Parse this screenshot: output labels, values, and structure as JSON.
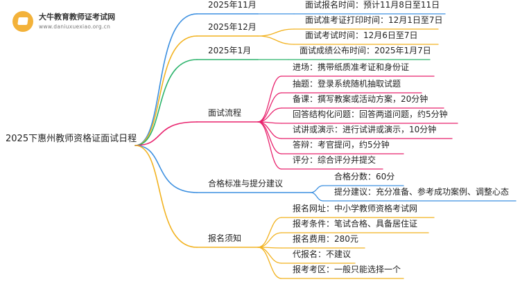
{
  "logo": {
    "title": "大牛教育教师证考试网",
    "url": "www.daniuxuexiao.org.cn"
  },
  "root": "2025下惠州教师资格证面试日程",
  "branches": [
    {
      "label": "2025年11月",
      "color": "#3b8fe0",
      "children": [
        "面试报名时间：预计11月8日至11日"
      ]
    },
    {
      "label": "2025年12月",
      "color": "#f2b21f",
      "children": [
        "面试准考证打印时间：12月1日至7日",
        "面试考试时间：12月6日至7日"
      ]
    },
    {
      "label": "2025年1月",
      "color": "#2bb36b",
      "children": [
        "面试成绩公布时间：2025年1月7日"
      ]
    },
    {
      "label": "面试流程",
      "color": "#e8216c",
      "children": [
        "进场：携带纸质准考证和身份证",
        "抽题：登录系统随机抽取试题",
        "备课：撰写教案或活动方案，20分钟",
        "回答结构化问题：回答两道问题，约5分钟",
        "试讲或演示：进行试讲或演示，10分钟",
        "答辩：考官提问，约5分钟",
        "评分：综合评分并提交"
      ]
    },
    {
      "label": "合格标准与提分建议",
      "color": "#3b8fe0",
      "children": [
        "合格分数：60分",
        "提分建议：充分准备、参考成功案例、调整心态"
      ]
    },
    {
      "label": "报名须知",
      "color": "#f2b21f",
      "children": [
        "报名网址：中小学教师资格考试网",
        "报考条件：笔试合格、具备居住证",
        "报名费用：280元",
        "代报名：不建议",
        "报考考区：一般只能选择一个"
      ]
    }
  ]
}
